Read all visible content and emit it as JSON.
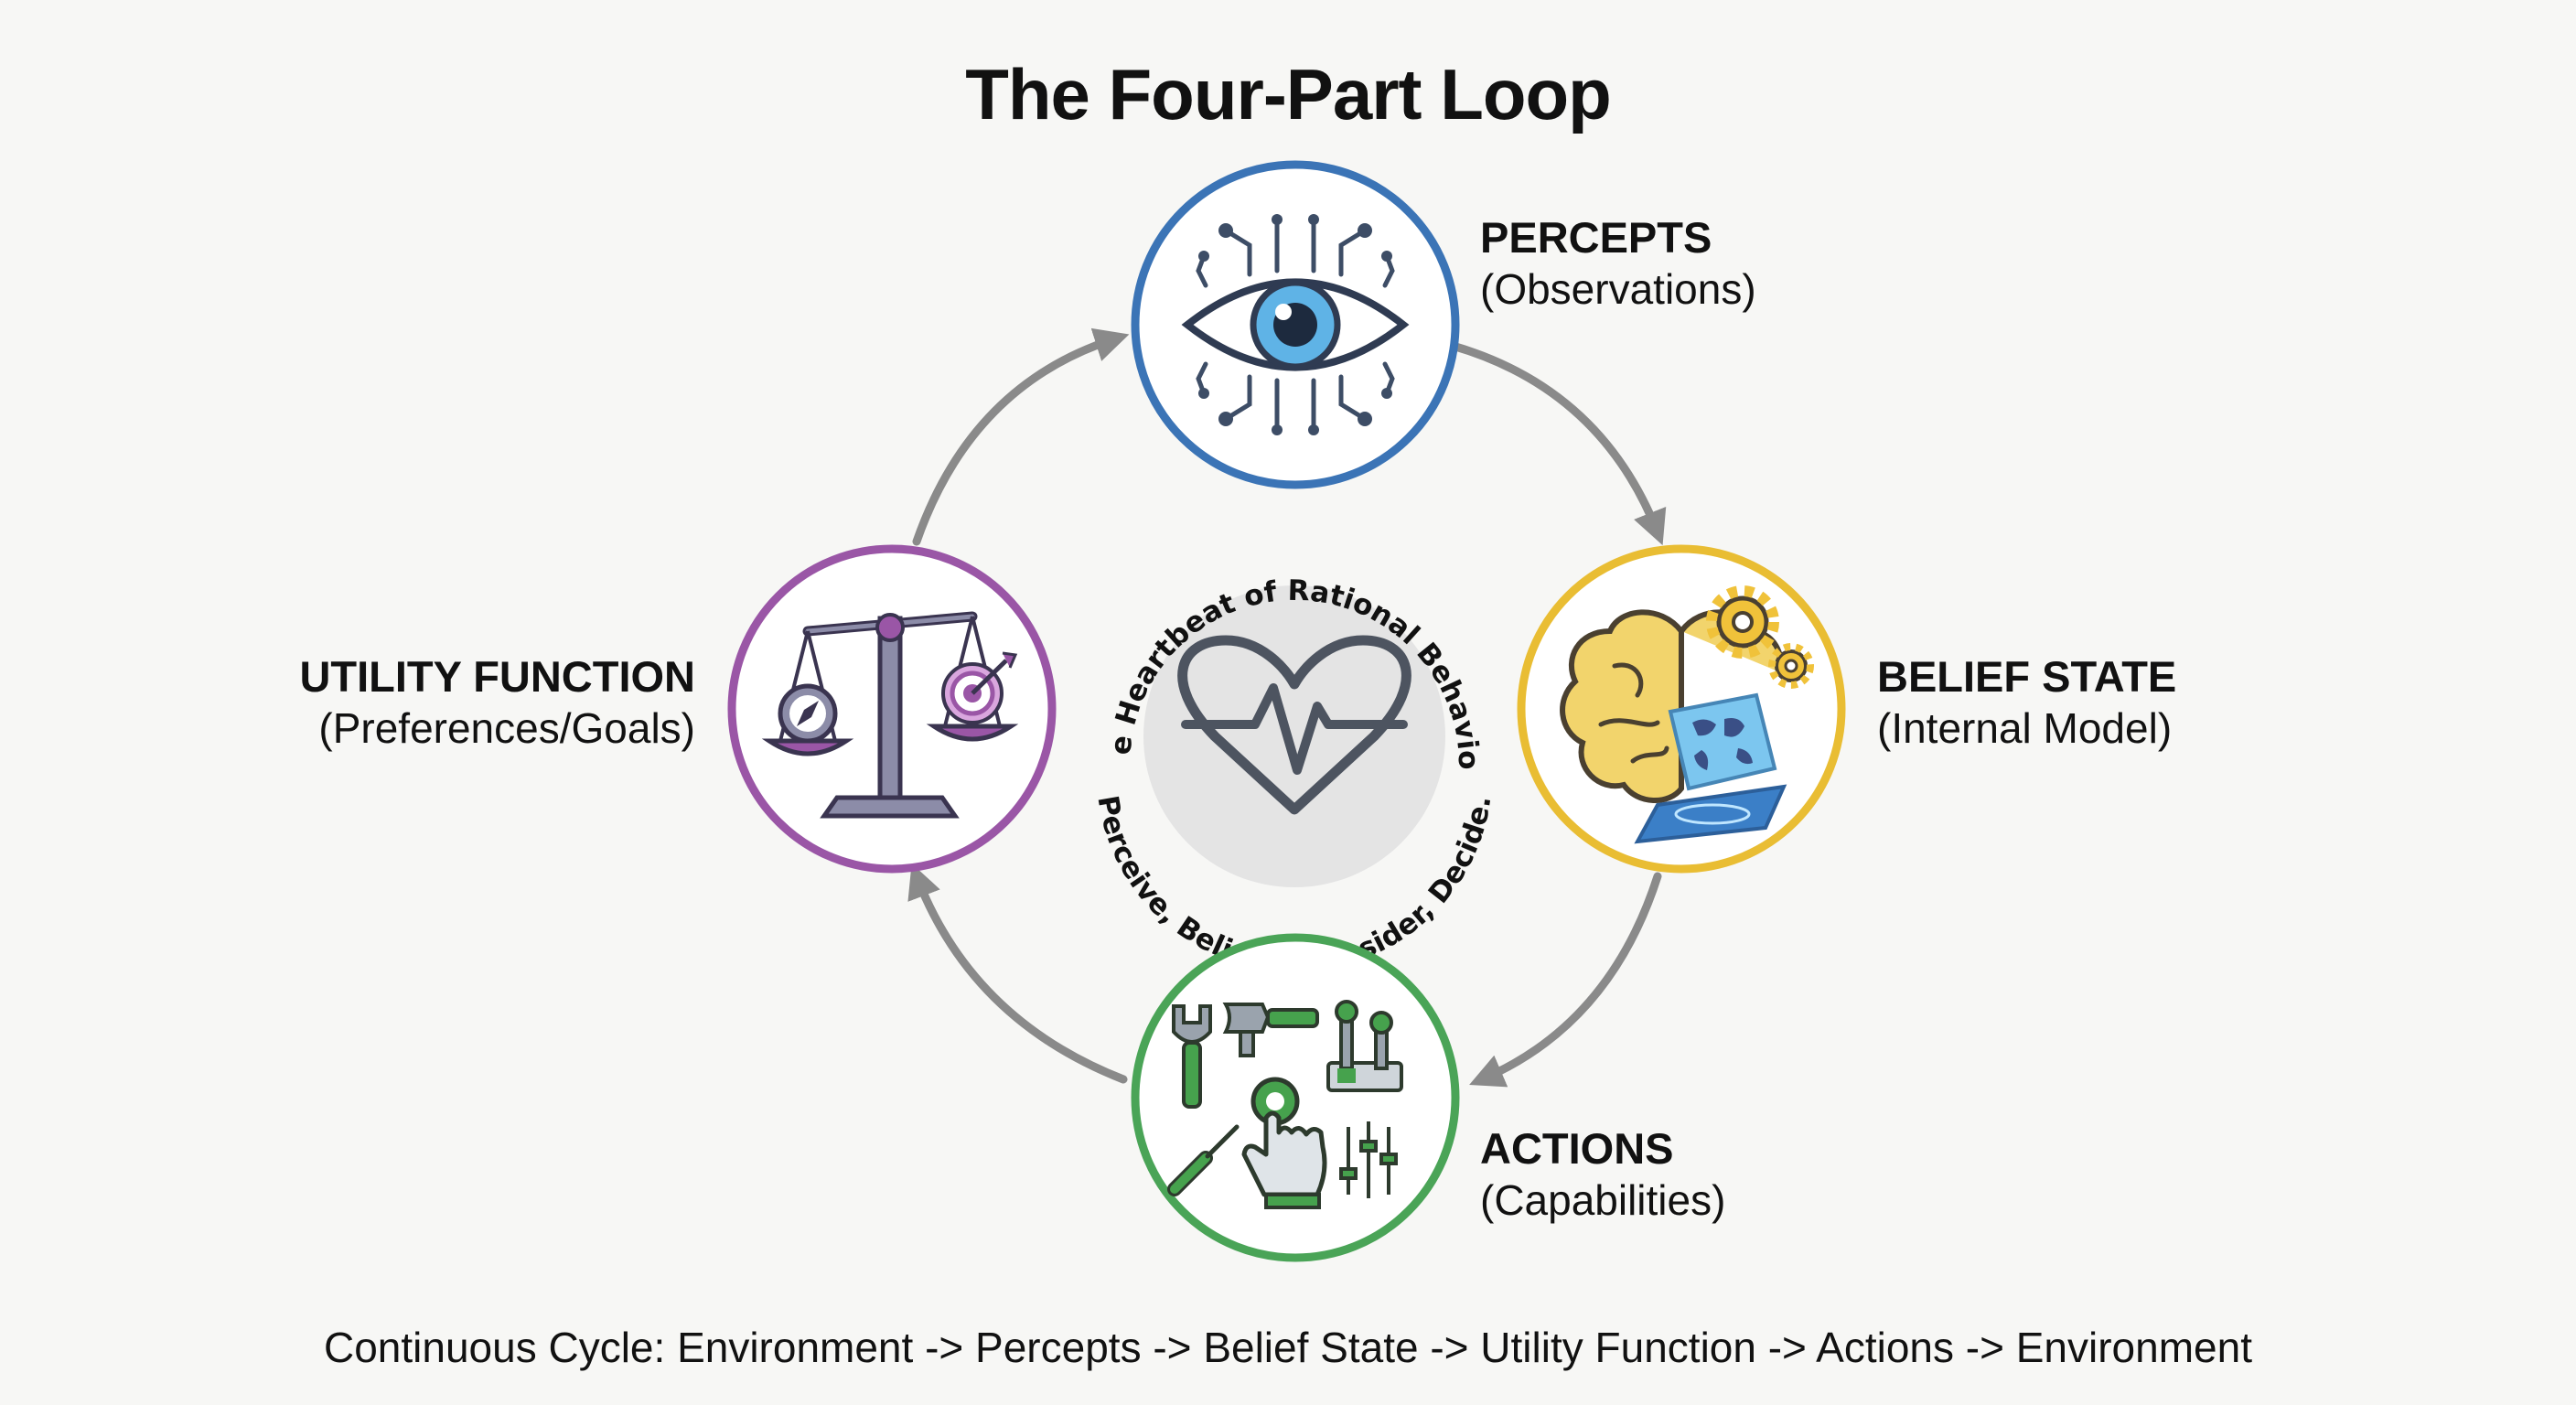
{
  "title": "The Four-Part Loop",
  "center": {
    "top_text": "The Heartbeat of Rational Behavior:",
    "bottom_text": "Perceive, Believe, Consider, Decide."
  },
  "nodes": {
    "percepts": {
      "title": "PERCEPTS",
      "subtitle": "(Observations)",
      "color": "#3b74b6",
      "icon": "eye-circuit-icon"
    },
    "belief": {
      "title": "BELIEF STATE",
      "subtitle": "(Internal Model)",
      "color": "#e9bd33",
      "icon": "brain-gears-icon"
    },
    "actions": {
      "title": "ACTIONS",
      "subtitle": "(Capabilities)",
      "color": "#4aa457",
      "icon": "tools-controls-icon"
    },
    "utility": {
      "title": "UTILITY FUNCTION",
      "subtitle": "(Preferences/Goals)",
      "color": "#9a56a6",
      "icon": "balance-scale-icon"
    }
  },
  "footer": "Continuous Cycle: Environment -> Percepts -> Belief State -> Utility Function -> Actions -> Environment",
  "colors": {
    "arrow": "#8a8a8a",
    "background": "#f7f7f5",
    "center_disc": "#e4e4e4"
  }
}
